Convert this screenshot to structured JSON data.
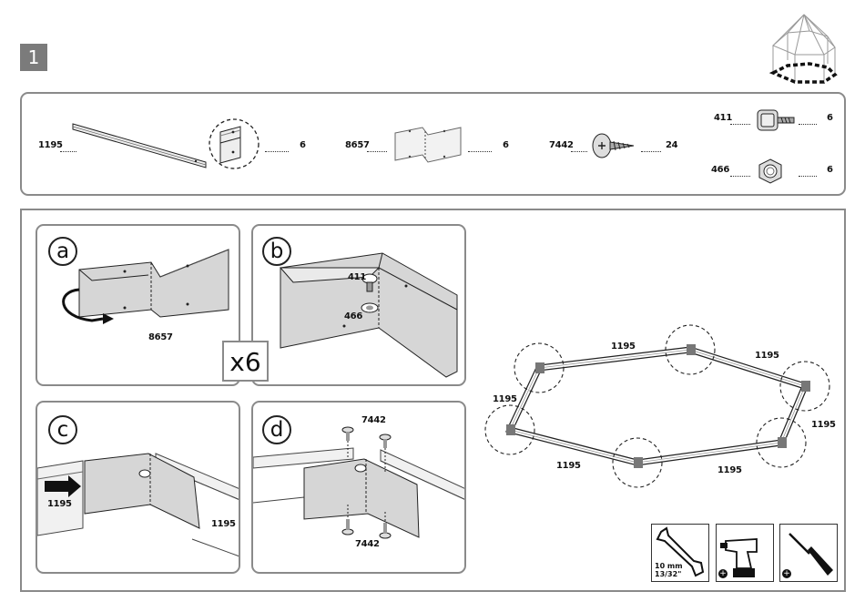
{
  "step": {
    "number": "1"
  },
  "parts": [
    {
      "code": "1195",
      "qty": "6",
      "icon": "rail-profile"
    },
    {
      "code": "8657",
      "qty": "6",
      "icon": "corner-bracket"
    },
    {
      "code": "7442",
      "qty": "24",
      "icon": "screw"
    },
    {
      "code": "411",
      "qty": "6",
      "icon": "bolt"
    },
    {
      "code": "466",
      "qty": "6",
      "icon": "nut"
    }
  ],
  "panels": {
    "a": {
      "letter": "a",
      "part": "8657"
    },
    "b": {
      "letter": "b",
      "bolt": "411",
      "nut": "466"
    },
    "c": {
      "letter": "c",
      "left_rail": "1195",
      "right_rail": "1195"
    },
    "d": {
      "letter": "d",
      "screw_top": "7442",
      "screw_bottom": "7442"
    }
  },
  "multiplier": "x6",
  "frame": {
    "labels": [
      "1195",
      "1195",
      "1195",
      "1195",
      "1195",
      "1195"
    ]
  },
  "tools": {
    "wrench_size_mm": "10 mm",
    "wrench_size_in": "13/32\"",
    "drill_plus": "+",
    "screwdriver_plus": "+"
  }
}
